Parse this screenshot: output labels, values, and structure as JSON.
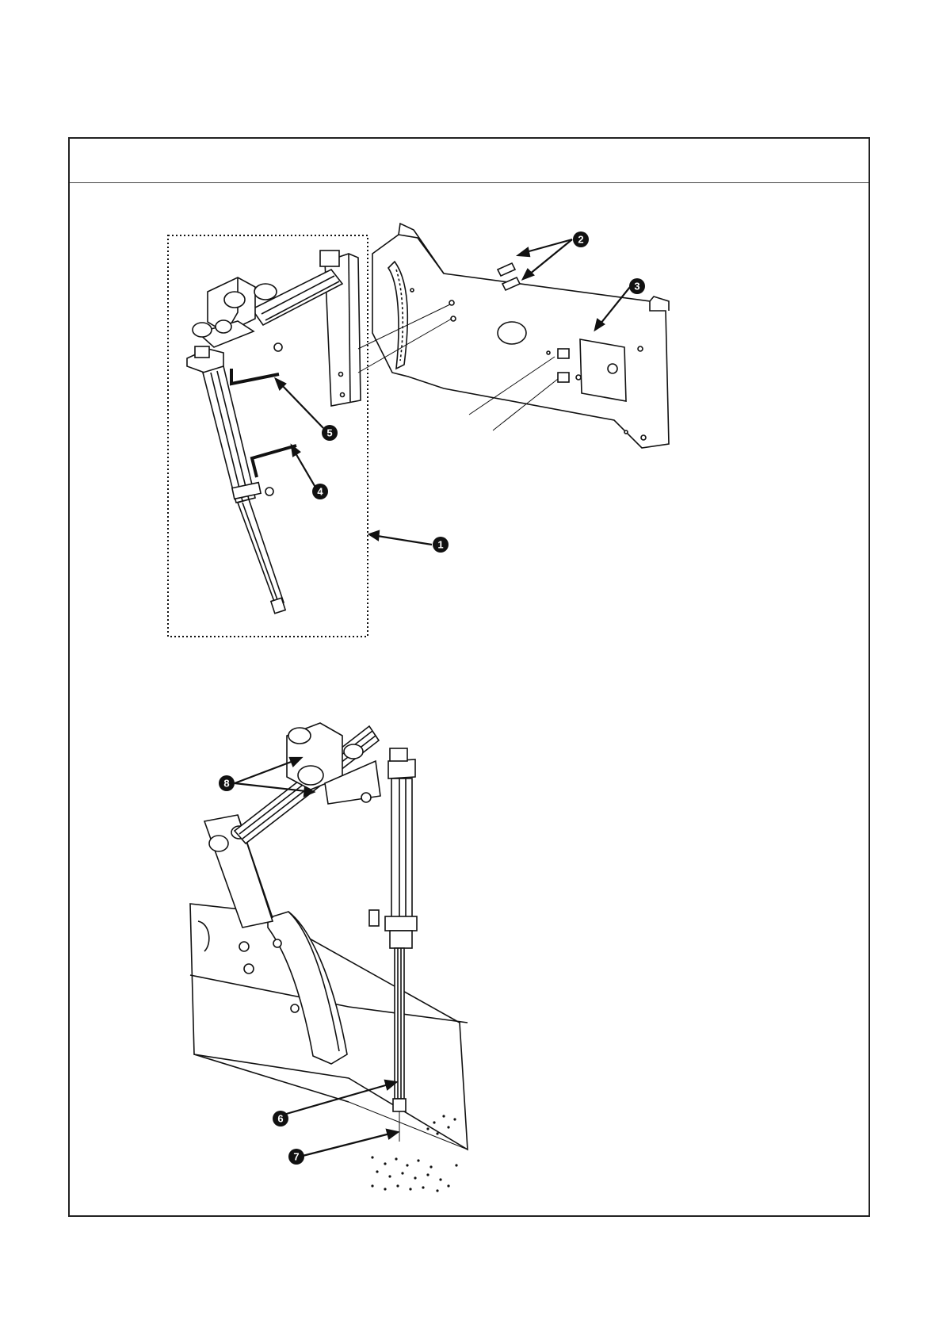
{
  "header": {
    "title": ""
  },
  "callouts": [
    {
      "id": "1",
      "label": "1"
    },
    {
      "id": "2",
      "label": "2"
    },
    {
      "id": "3",
      "label": "3"
    },
    {
      "id": "4",
      "label": "4"
    },
    {
      "id": "5",
      "label": "5"
    },
    {
      "id": "6",
      "label": "6"
    },
    {
      "id": "7",
      "label": "7"
    },
    {
      "id": "8",
      "label": "8"
    }
  ],
  "colors": {
    "line": "#111111",
    "callout_fill": "#111111",
    "callout_text": "#ffffff",
    "frame": "#222222"
  }
}
